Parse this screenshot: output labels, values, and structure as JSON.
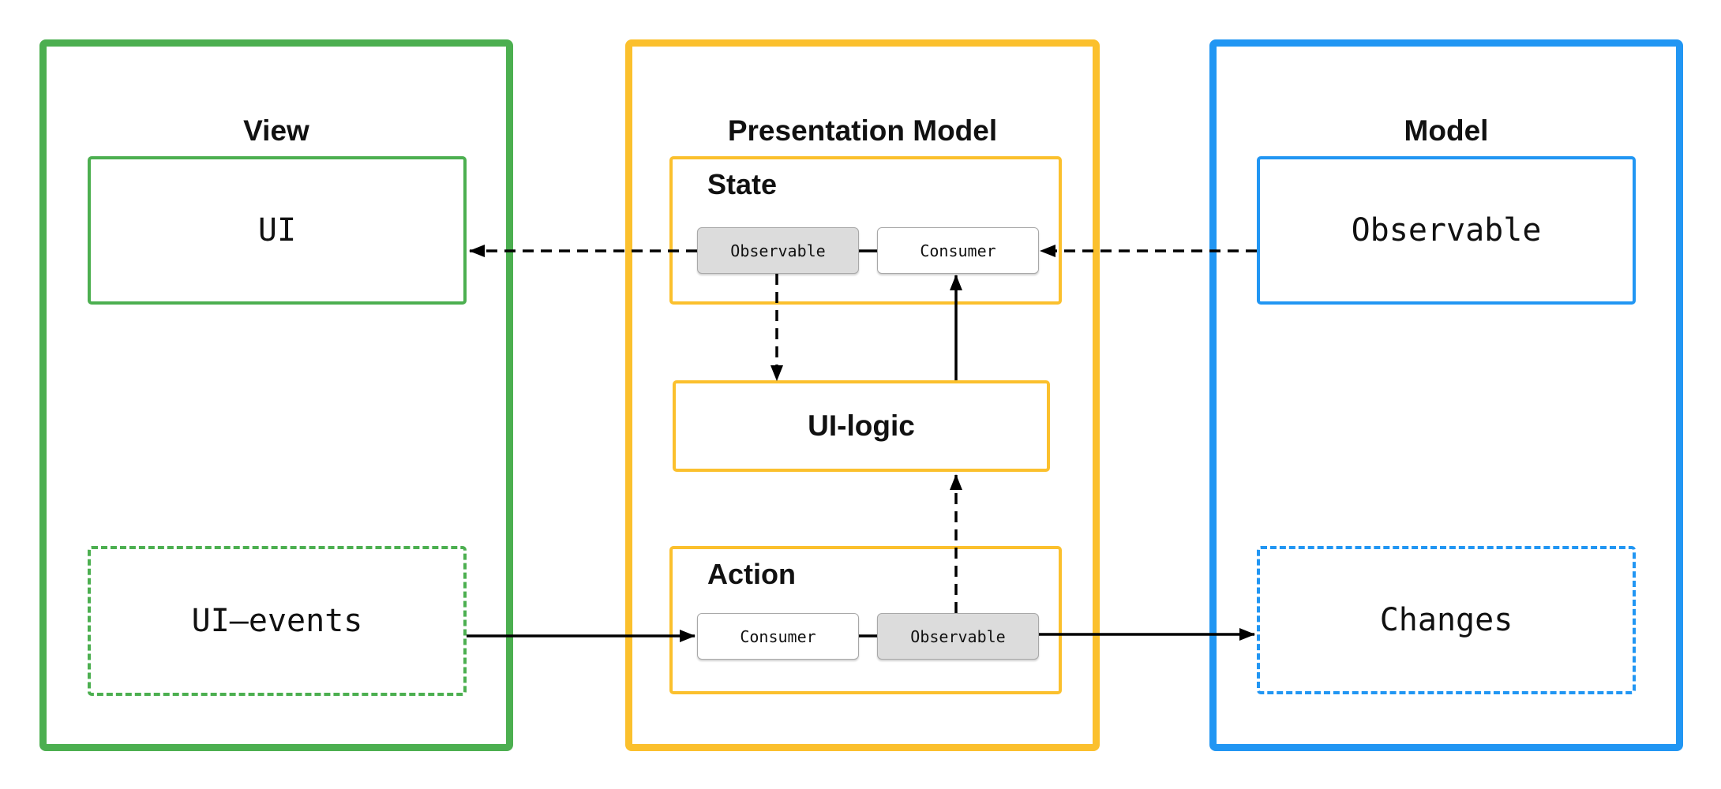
{
  "colors": {
    "view": "#4caf50",
    "presentation": "#fbc02d",
    "model": "#2196f3",
    "chip_gray": "#dcdcdc",
    "chip_white": "#ffffff",
    "arrow": "#000000"
  },
  "view": {
    "title": "View",
    "ui_label": "UI",
    "ui_events_label": "UI–events"
  },
  "presentation": {
    "title": "Presentation Model",
    "state": {
      "title": "State",
      "observable": "Observable",
      "consumer": "Consumer"
    },
    "ui_logic": "UI-logic",
    "action": {
      "title": "Action",
      "consumer": "Consumer",
      "observable": "Observable"
    }
  },
  "model": {
    "title": "Model",
    "observable_label": "Observable",
    "changes_label": "Changes"
  }
}
